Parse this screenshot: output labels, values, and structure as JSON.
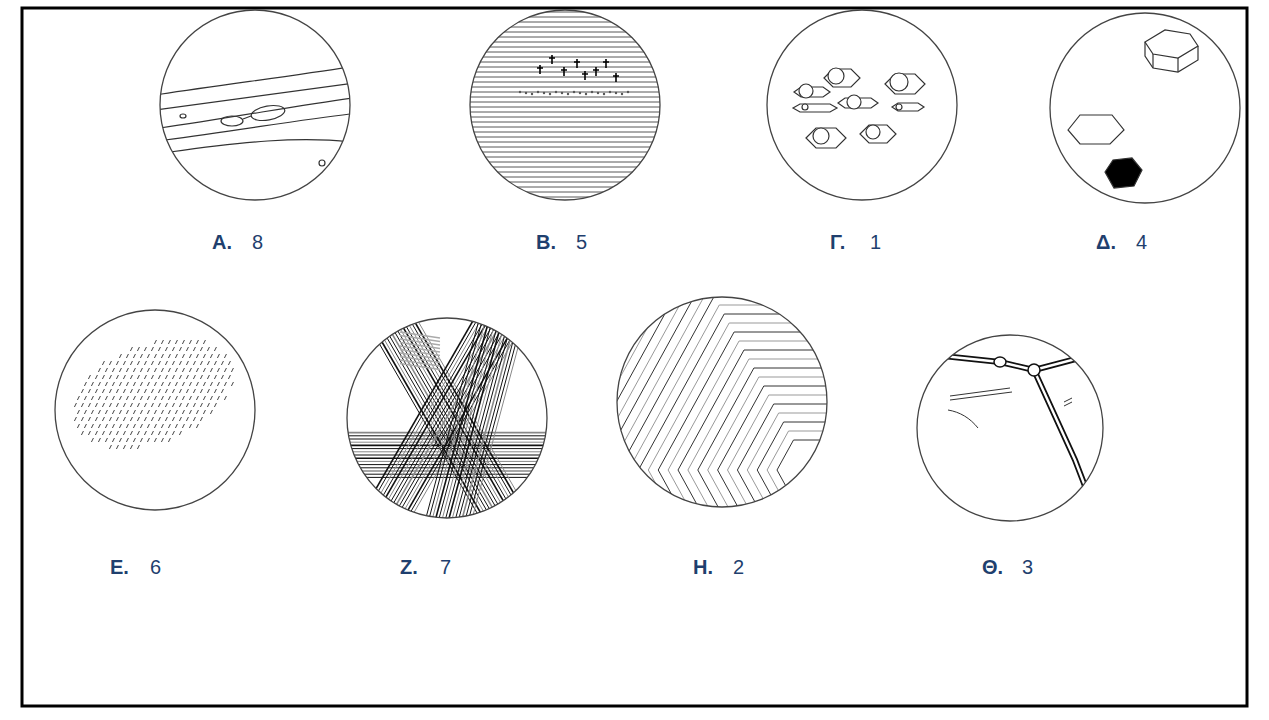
{
  "diagram": {
    "labels": [
      "Α.",
      "8",
      "Β.",
      "5",
      "Γ.",
      "1",
      "Δ.",
      "4",
      "Ε.",
      "6",
      "Ζ.",
      "7",
      "Η.",
      "2",
      "Θ.",
      "3"
    ]
  }
}
